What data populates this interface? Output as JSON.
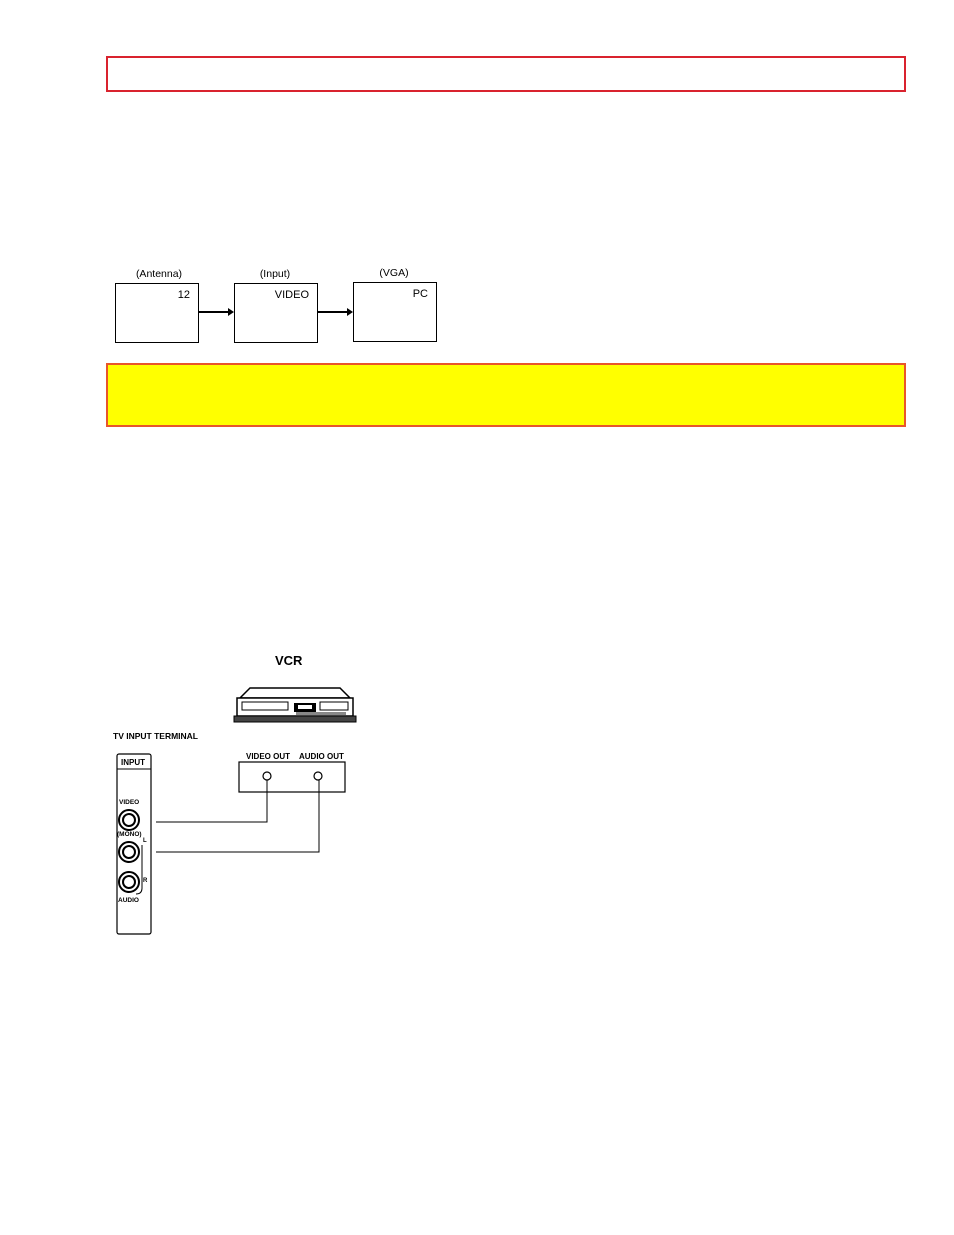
{
  "input_sequence": {
    "screens": [
      {
        "caption": "(Antenna)",
        "value": "12"
      },
      {
        "caption": "(Input)",
        "value": "VIDEO"
      },
      {
        "caption": "(VGA)",
        "value": "PC"
      }
    ]
  },
  "connection_diagram": {
    "vcr_label": "VCR",
    "tv_terminal_label": "TV INPUT TERMINAL",
    "input_panel_label": "INPUT",
    "video_jack_label": "VIDEO",
    "mono_label": "(MONO)",
    "audio_label": "AUDIO",
    "left_label": "L",
    "right_label": "R",
    "video_out_label": "VIDEO OUT",
    "audio_out_label": "AUDIO OUT"
  },
  "colors": {
    "header_border": "#d9232e",
    "note_fill": "#ffff00",
    "note_border": "#e8562a"
  }
}
